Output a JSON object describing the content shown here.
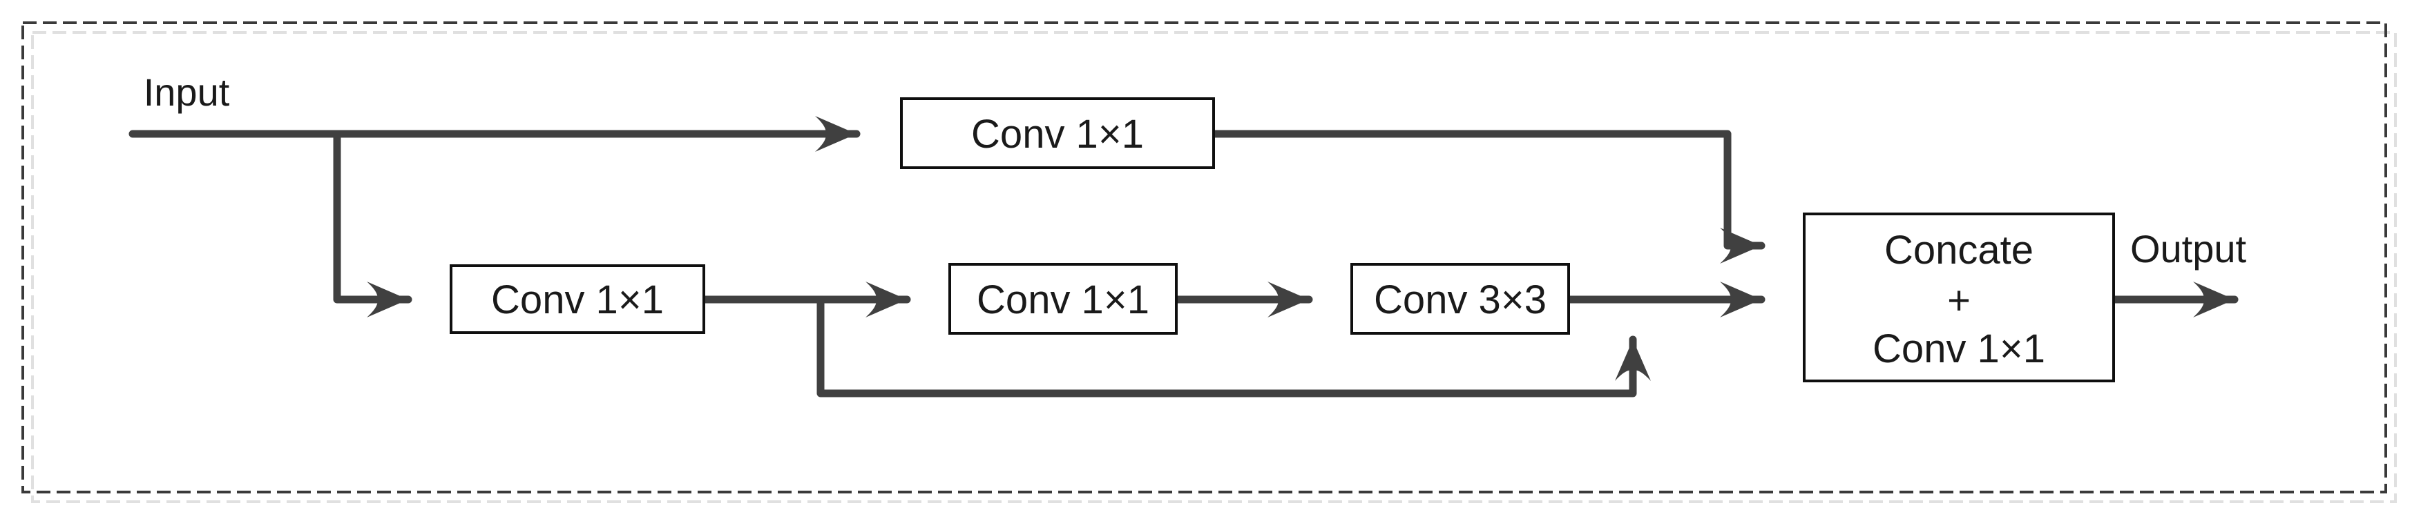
{
  "diagram": {
    "input_label": "Input",
    "output_label": "Output",
    "boxes": {
      "top_conv": "Conv 1×1",
      "branch_conv_a": "Conv 1×1",
      "branch_conv_b": "Conv 1×1",
      "branch_conv_3x3": "Conv 3×3",
      "merge": {
        "line1": "Concate",
        "line2": "+",
        "line3": "Conv 1×1"
      }
    },
    "colors": {
      "arrow": "#404040",
      "box_border": "#0f0f0f",
      "text": "#1a1a1a",
      "dash_dark": "#3a3a3a",
      "dash_light": "#e0e0e0",
      "bg": "#ffffff"
    }
  }
}
